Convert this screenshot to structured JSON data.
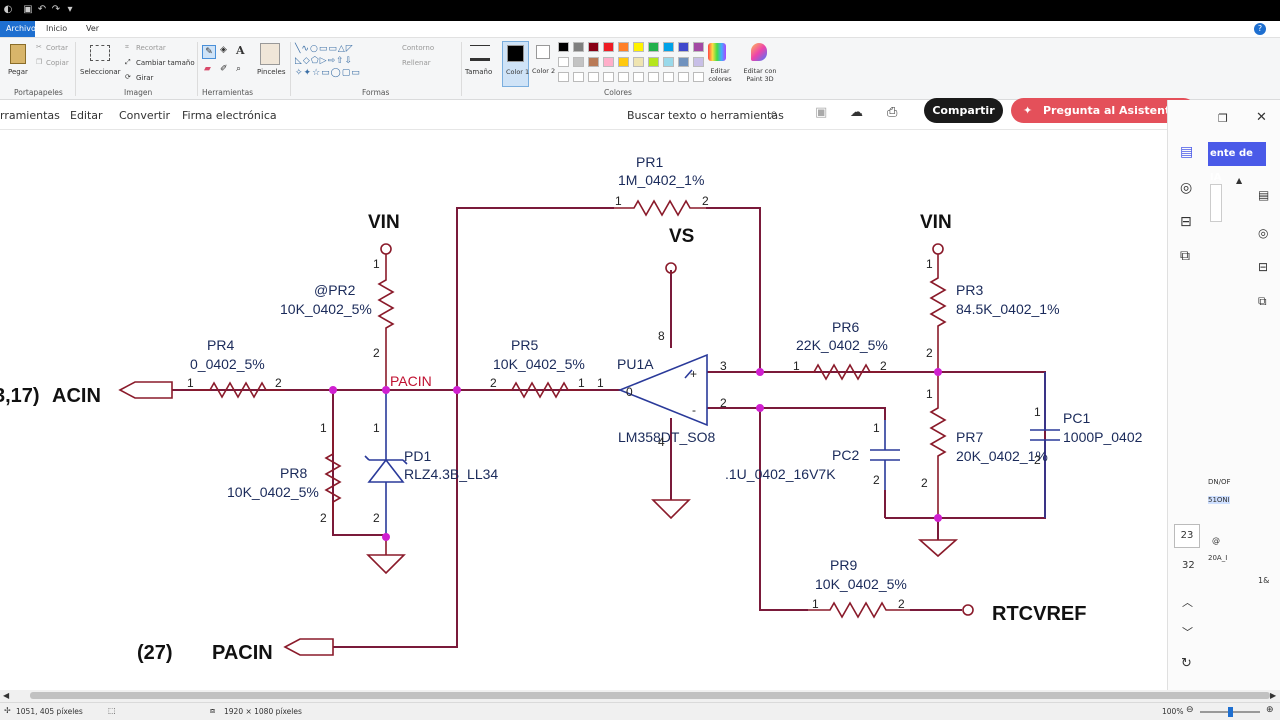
{
  "ribbon_tabs": {
    "archivo": "Archivo",
    "inicio": "Inicio",
    "ver": "Ver"
  },
  "clipboard": {
    "paste": "Pegar",
    "cut": "Cortar",
    "copy": "Copiar",
    "group": "Portapapeles"
  },
  "image": {
    "select": "Seleccionar",
    "crop": "Recortar",
    "resize": "Cambiar tamaño",
    "rotate": "Girar",
    "group": "Imagen"
  },
  "tools": {
    "group": "Herramientas",
    "brushes": "Pinceles"
  },
  "shapes": {
    "outline": "Contorno",
    "fill": "Rellenar",
    "group": "Formas"
  },
  "size": {
    "label": "Tamaño"
  },
  "colors": {
    "color1": "Color 1",
    "color2": "Color 2",
    "edit": "Editar colores",
    "paint3d": "Editar con Paint 3D",
    "group": "Colores",
    "palette": [
      "#000000",
      "#7f7f7f",
      "#880015",
      "#ed1c24",
      "#ff7f27",
      "#fff200",
      "#22b14c",
      "#00a2e8",
      "#3f48cc",
      "#a349a4",
      "#ffffff",
      "#c3c3c3",
      "#b97a57",
      "#ffaec9",
      "#ffc90e",
      "#efe4b0",
      "#b5e61d",
      "#99d9ea",
      "#7092be",
      "#c8bfe7"
    ]
  },
  "acrobat": {
    "tools": "rramientas",
    "edit": "Editar",
    "convert": "Convertir",
    "sign": "Firma electrónica",
    "search": "Buscar texto o herramientas",
    "share": "Compartir",
    "ai": "Pregunta al Asistente de IA"
  },
  "side_panel": {
    "ai_tab": "ente de IA",
    "page_current": "23",
    "page_total": "32",
    "snip1": "DN/OF",
    "snip2": "51ONI",
    "snip3": "@",
    "snip4": "20A_I",
    "snip5": "1&"
  },
  "status": {
    "cursor": "1051, 405 píxeles",
    "dims": "1920 × 1080 píxeles",
    "zoom": "100%"
  },
  "schematic": {
    "vin_left": "VIN",
    "vin_right": "VIN",
    "vs": "VS",
    "pr1": "PR1",
    "pr1_val": "1M_0402_1%",
    "pr2": "@PR2",
    "pr2_val": "10K_0402_5%",
    "pr3": "PR3",
    "pr3_val": "84.5K_0402_1%",
    "pr4": "PR4",
    "pr4_val": "0_0402_5%",
    "pr5": "PR5",
    "pr5_val": "10K_0402_5%",
    "pr6": "PR6",
    "pr6_val": "22K_0402_5%",
    "pr7": "PR7",
    "pr7_val": "20K_0402_1%",
    "pr8": "PR8",
    "pr8_val": "10K_0402_5%",
    "pr9": "PR9",
    "pr9_val": "10K_0402_5%",
    "pc1": "PC1",
    "pc1_val": "1000P_0402",
    "pc2": "PC2",
    "pc2_val": ".1U_0402_16V7K",
    "pd1": "PD1",
    "pd1_val": "RLZ4.3B_LL34",
    "pu1a": "PU1A",
    "pu1a_val": "LM358DT_SO8",
    "pacin_net": "PACIN",
    "acin": "ACIN",
    "acin_ref": "3,17)",
    "pacin_port": "PACIN",
    "pacin_ref": "(27)",
    "rtcvref": "RTCVREF",
    "p1": "1",
    "p2": "2",
    "p3": "3",
    "p8": "8",
    "p4": "4",
    "p0": "0",
    "plus": "+",
    "minus": "-"
  }
}
